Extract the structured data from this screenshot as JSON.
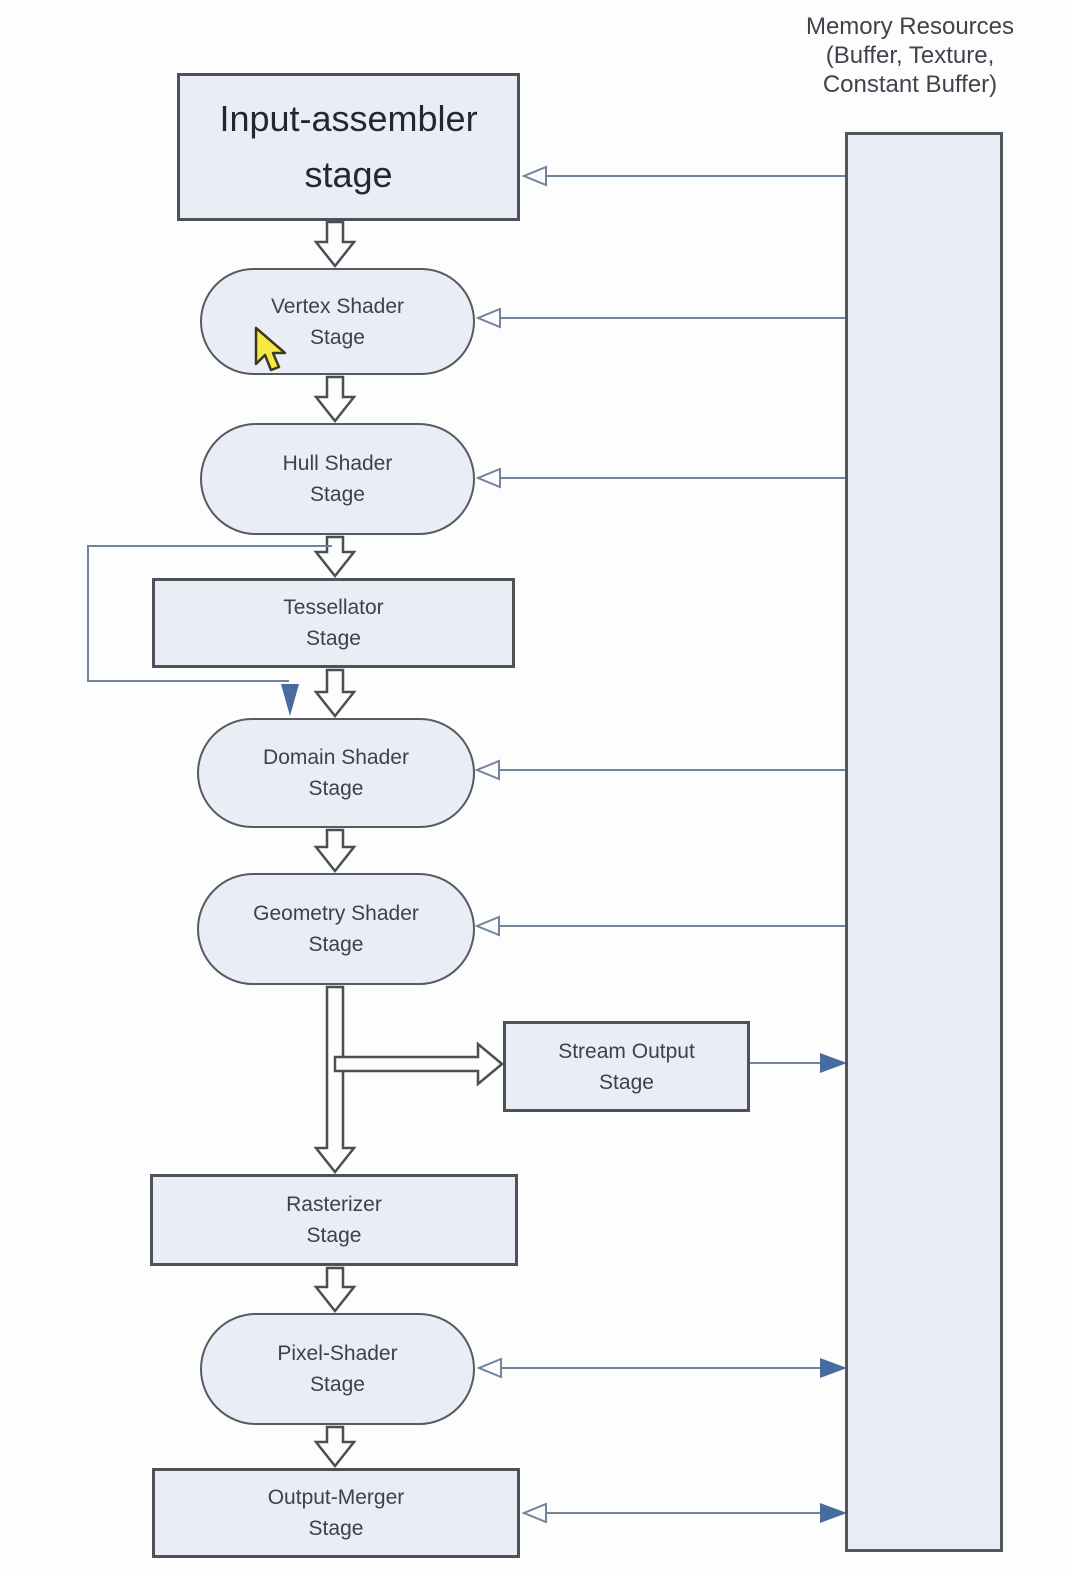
{
  "memory": {
    "label": [
      "Memory Resources",
      "(Buffer, Texture,",
      "Constant Buffer)"
    ]
  },
  "stages": [
    {
      "id": "input-assembler",
      "line1": "Input-assembler",
      "line2": "stage"
    },
    {
      "id": "vertex-shader",
      "line1": "Vertex Shader",
      "line2": "Stage"
    },
    {
      "id": "hull-shader",
      "line1": "Hull Shader",
      "line2": "Stage"
    },
    {
      "id": "tessellator",
      "line1": "Tessellator",
      "line2": "Stage"
    },
    {
      "id": "domain-shader",
      "line1": "Domain Shader",
      "line2": "Stage"
    },
    {
      "id": "geometry-shader",
      "line1": "Geometry Shader",
      "line2": "Stage"
    },
    {
      "id": "stream-output",
      "line1": "Stream Output",
      "line2": "Stage"
    },
    {
      "id": "rasterizer",
      "line1": "Rasterizer",
      "line2": "Stage"
    },
    {
      "id": "pixel-shader",
      "line1": "Pixel-Shader",
      "line2": "Stage"
    },
    {
      "id": "output-merger",
      "line1": "Output-Merger",
      "line2": "Stage"
    }
  ],
  "colors": {
    "box_fill": "#e9edf5",
    "box_border": "#4e5257",
    "flow_arrow_outline": "#4b4f54",
    "memory_line": "#72839c",
    "write_arrowhead_blue": "#4a6ba0",
    "cursor_yellow": "#f7e842"
  }
}
